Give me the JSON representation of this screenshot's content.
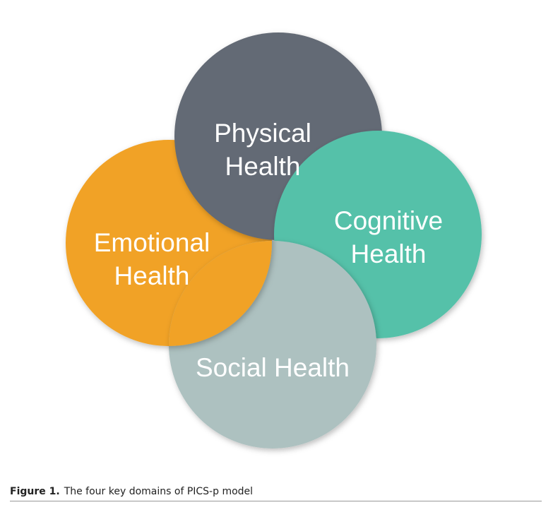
{
  "domains": {
    "physical": {
      "line1": "Physical",
      "line2": "Health",
      "color": "#646a75"
    },
    "emotional": {
      "line1": "Emotional",
      "line2": "Health",
      "color": "#f1a225"
    },
    "cognitive": {
      "line1": "Cognitive",
      "line2": "Health",
      "color": "#55c1a9"
    },
    "social": {
      "line1": "Social Health",
      "color": "#adc1c0"
    }
  },
  "caption": {
    "label": "Figure 1.",
    "text": "The four key domains of PICS-p model"
  }
}
